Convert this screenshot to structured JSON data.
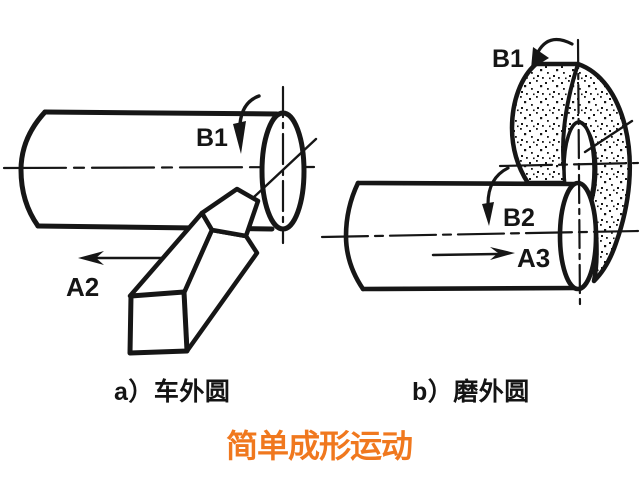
{
  "figure": {
    "title": {
      "text": "简单成形运动",
      "color": "#F0781E"
    },
    "panel_a": {
      "caption": "a）车外圆",
      "labels": {
        "rotation": "B1",
        "feed": "A2"
      }
    },
    "panel_b": {
      "caption": "b）磨外圆",
      "labels": {
        "wheel_rotation": "B1",
        "work_rotation": "B2",
        "feed": "A3"
      }
    }
  },
  "colors": {
    "ink": "#161616",
    "background": "#FFFFFF",
    "title_accent": "#F0781E"
  }
}
